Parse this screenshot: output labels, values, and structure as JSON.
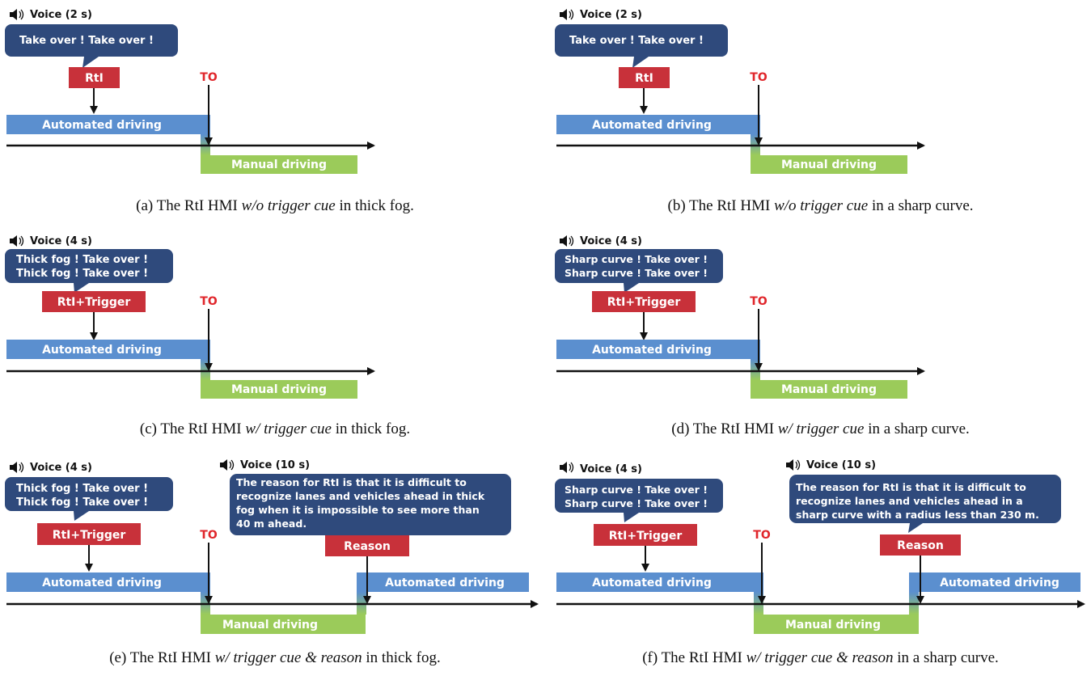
{
  "colors": {
    "voice_bubble": "#2f4a7c",
    "rti_box": "#c8313a",
    "to_label": "#e0262b",
    "automated": "#5b8fcf",
    "manual": "#9bcb5a",
    "timeline": "#111111"
  },
  "icons": {
    "voice": "speaker-icon"
  },
  "panels": [
    {
      "voice1_label": "Voice (2 s)",
      "bubble1_lines": [
        "Take over !  Take over !"
      ],
      "rti_label": "RtI",
      "to_label": "TO",
      "automated_label": "Automated driving",
      "manual_label": "Manual driving",
      "caption_prefix": "(a) The RtI HMI ",
      "caption_italic": "w/o trigger cue",
      "caption_suffix": " in thick fog."
    },
    {
      "voice1_label": "Voice (2 s)",
      "bubble1_lines": [
        "Take over !  Take over !"
      ],
      "rti_label": "RtI",
      "to_label": "TO",
      "automated_label": "Automated driving",
      "manual_label": "Manual driving",
      "caption_prefix": "(b) The RtI HMI ",
      "caption_italic": "w/o trigger cue",
      "caption_suffix": " in a sharp curve."
    },
    {
      "voice1_label": "Voice (4 s)",
      "bubble1_lines": [
        "Thick fog !  Take over !",
        "Thick fog !  Take over !"
      ],
      "rti_label": "RtI+Trigger",
      "to_label": "TO",
      "automated_label": "Automated driving",
      "manual_label": "Manual driving",
      "caption_prefix": "(c) The RtI HMI ",
      "caption_italic": "w/ trigger cue",
      "caption_suffix": " in thick fog."
    },
    {
      "voice1_label": "Voice (4 s)",
      "bubble1_lines": [
        "Sharp curve !  Take over !",
        "Sharp curve !  Take over !"
      ],
      "rti_label": "RtI+Trigger",
      "to_label": "TO",
      "automated_label": "Automated driving",
      "manual_label": "Manual driving",
      "caption_prefix": "(d) The RtI HMI ",
      "caption_italic": "w/ trigger cue",
      "caption_suffix": " in a sharp curve."
    },
    {
      "voice1_label": "Voice (4 s)",
      "bubble1_lines": [
        "Thick fog !  Take over !",
        "Thick fog !  Take over !"
      ],
      "rti_label": "RtI+Trigger",
      "to_label": "TO",
      "automated_label": "Automated driving",
      "manual_label": "Manual driving",
      "voice2_label": "Voice (10 s)",
      "bubble2_lines": [
        "The reason for RtI is that it is difficult to",
        "recognize lanes and vehicles ahead in thick",
        "fog when it is impossible to see more than",
        "40 m ahead."
      ],
      "reason_label": "Reason",
      "automated2_label": "Automated driving",
      "caption_prefix": "(e) The RtI HMI ",
      "caption_italic": "w/ trigger cue & reason",
      "caption_suffix": " in thick fog."
    },
    {
      "voice1_label": "Voice (4 s)",
      "bubble1_lines": [
        "Sharp curve !  Take over !",
        "Sharp curve !  Take over !"
      ],
      "rti_label": "RtI+Trigger",
      "to_label": "TO",
      "automated_label": "Automated driving",
      "manual_label": "Manual driving",
      "voice2_label": "Voice (10 s)",
      "bubble2_lines": [
        "The reason for RtI is that it is difficult to",
        "recognize lanes and vehicles ahead in a",
        "sharp curve with a radius less than 230 m."
      ],
      "reason_label": "Reason",
      "automated2_label": "Automated driving",
      "caption_prefix": "(f) The RtI HMI ",
      "caption_italic": "w/ trigger cue & reason",
      "caption_suffix": " in a sharp curve."
    }
  ]
}
